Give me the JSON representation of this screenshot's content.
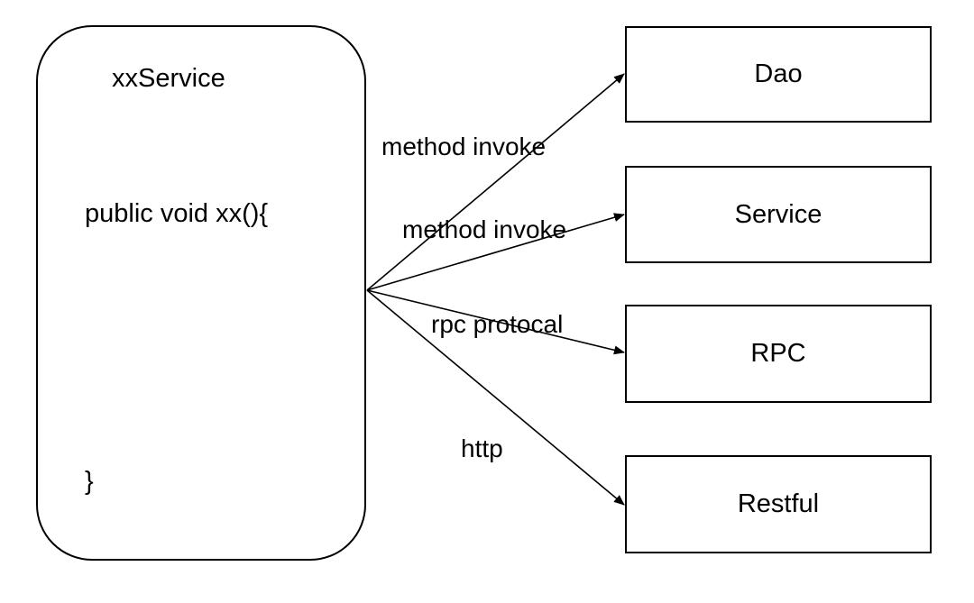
{
  "service": {
    "title": "xxService",
    "signature": "public void xx(){",
    "closing": "}"
  },
  "targets": [
    {
      "label": "Dao"
    },
    {
      "label": "Service"
    },
    {
      "label": "RPC"
    },
    {
      "label": "Restful"
    }
  ],
  "edges": [
    {
      "label": "method invoke"
    },
    {
      "label": "method invoke"
    },
    {
      "label": "rpc protocal"
    },
    {
      "label": "http"
    }
  ]
}
